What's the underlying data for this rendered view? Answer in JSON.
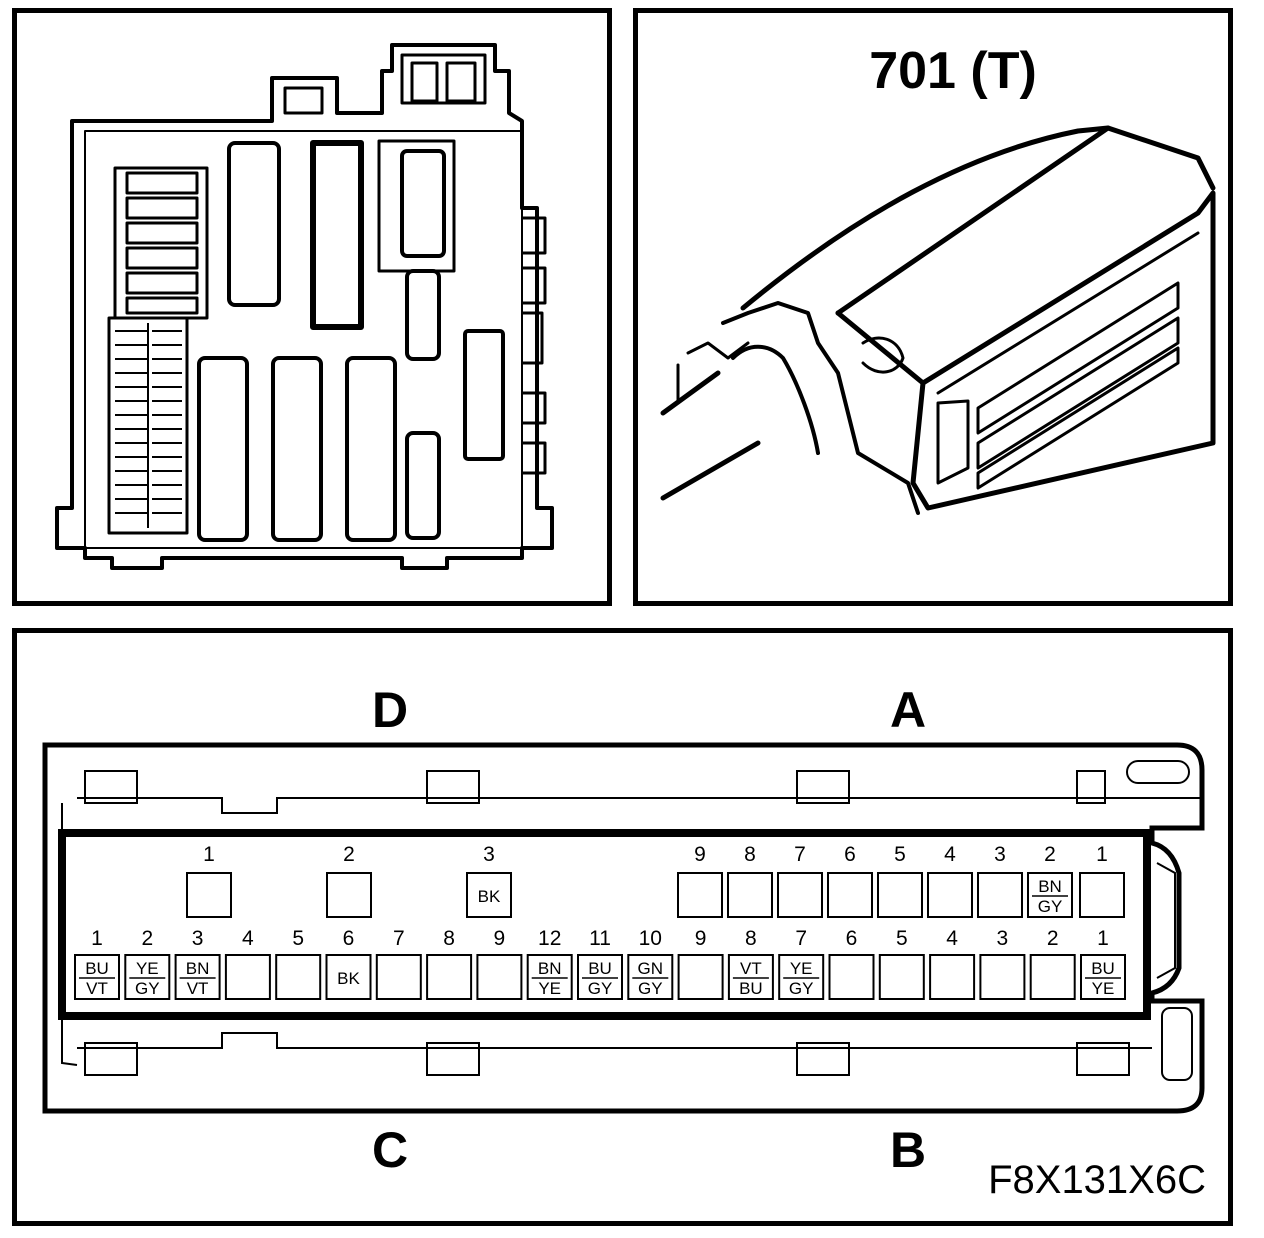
{
  "connector": {
    "title": "701 (T)"
  },
  "figure_code": "F8X131X6C",
  "sections": {
    "D": "D",
    "A": "A",
    "C": "C",
    "B": "B"
  },
  "top_row": [
    {
      "num": "1",
      "code": []
    },
    {
      "num": "2",
      "code": []
    },
    {
      "num": "3",
      "code": [
        "BK"
      ]
    },
    {
      "num": "9",
      "code": []
    },
    {
      "num": "8",
      "code": []
    },
    {
      "num": "7",
      "code": []
    },
    {
      "num": "6",
      "code": []
    },
    {
      "num": "5",
      "code": []
    },
    {
      "num": "4",
      "code": []
    },
    {
      "num": "3",
      "code": []
    },
    {
      "num": "2",
      "code": [
        "BN",
        "GY"
      ]
    },
    {
      "num": "1",
      "code": []
    }
  ],
  "bottom_row": [
    {
      "num": "1",
      "code": [
        "BU",
        "VT"
      ]
    },
    {
      "num": "2",
      "code": [
        "YE",
        "GY"
      ]
    },
    {
      "num": "3",
      "code": [
        "BN",
        "VT"
      ]
    },
    {
      "num": "4",
      "code": []
    },
    {
      "num": "5",
      "code": []
    },
    {
      "num": "6",
      "code": [
        "BK"
      ]
    },
    {
      "num": "7",
      "code": []
    },
    {
      "num": "8",
      "code": []
    },
    {
      "num": "9",
      "code": []
    },
    {
      "num": "12",
      "code": [
        "BN",
        "YE"
      ]
    },
    {
      "num": "11",
      "code": [
        "BU",
        "GY"
      ]
    },
    {
      "num": "10",
      "code": [
        "GN",
        "GY"
      ]
    },
    {
      "num": "9",
      "code": []
    },
    {
      "num": "8",
      "code": [
        "VT",
        "BU"
      ]
    },
    {
      "num": "7",
      "code": [
        "YE",
        "GY"
      ]
    },
    {
      "num": "6",
      "code": []
    },
    {
      "num": "5",
      "code": []
    },
    {
      "num": "4",
      "code": []
    },
    {
      "num": "3",
      "code": []
    },
    {
      "num": "2",
      "code": []
    },
    {
      "num": "1",
      "code": [
        "BU",
        "YE"
      ]
    }
  ]
}
